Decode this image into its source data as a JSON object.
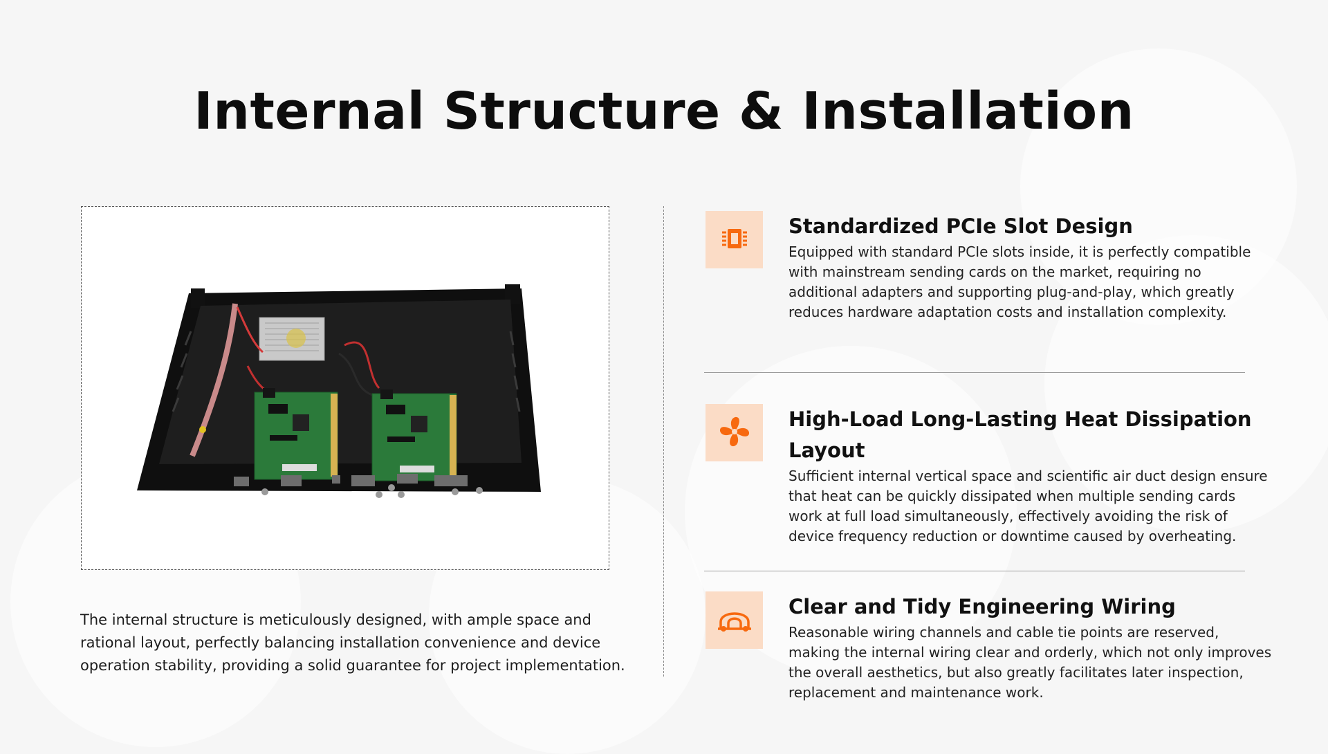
{
  "page": {
    "title": "Internal Structure & Installation",
    "description": "The internal structure is meticulously designed, with ample space and rational layout, perfectly balancing installation convenience and device operation stability, providing a solid guarantee for project implementation."
  },
  "colors": {
    "accent": "#f7690f",
    "icon_background": "#fbdcc6",
    "background": "#f6f6f6"
  },
  "features": [
    {
      "icon": "chip-icon",
      "title": "Standardized PCIe Slot Design",
      "description": "Equipped with standard PCIe slots inside, it is perfectly compatible with mainstream sending cards on the market, requiring no additional adapters and supporting plug-and-play, which greatly reduces hardware adaptation costs and installation complexity."
    },
    {
      "icon": "fan-icon",
      "title": "High-Load Long-Lasting Heat Dissipation Layout",
      "description": "Sufficient internal vertical space and scientific air duct design ensure that heat can be quickly dissipated when multiple sending cards work at full load simultaneously, effectively avoiding the risk of device frequency reduction or downtime caused by overheating."
    },
    {
      "icon": "wiring-icon",
      "title": "Clear and Tidy Engineering Wiring",
      "description": "Reasonable wiring channels and cable tie points are reserved, making the internal wiring clear and orderly, which not only improves the overall aesthetics, but also greatly facilitates later inspection, replacement and maintenance work."
    }
  ]
}
